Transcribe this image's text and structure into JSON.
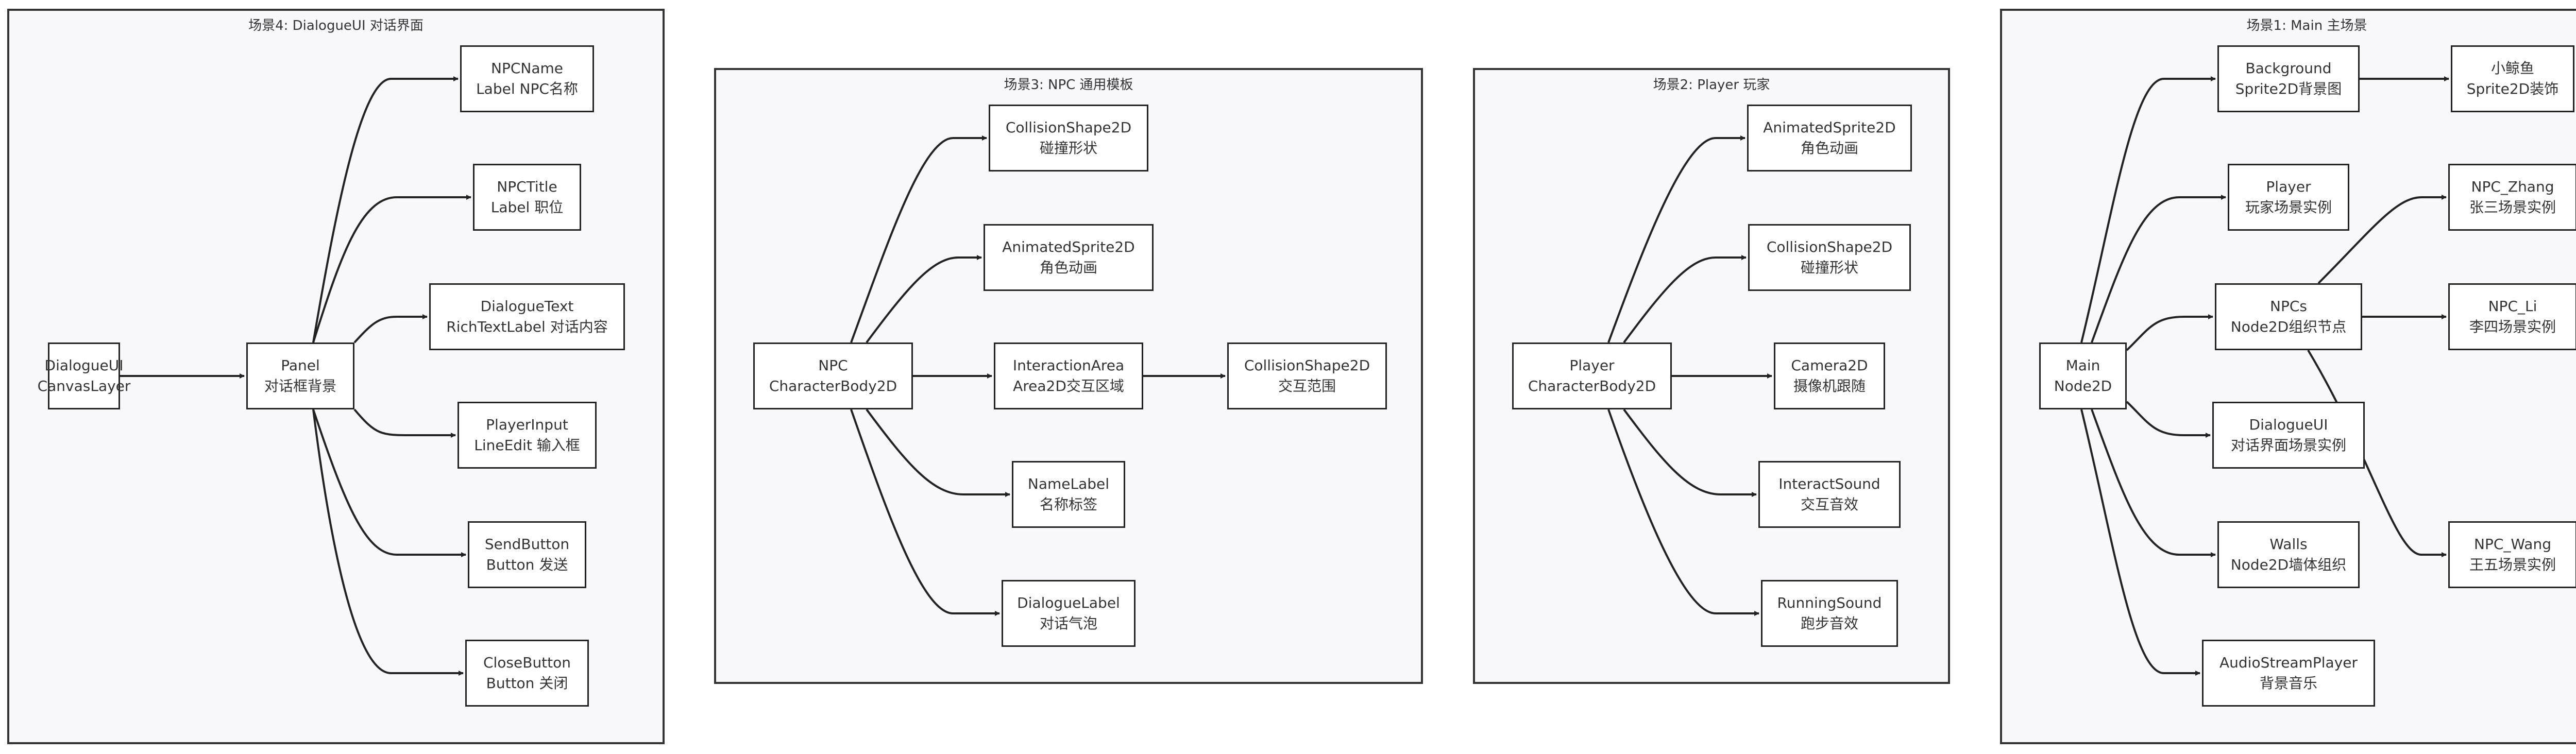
{
  "clusters": {
    "dialogue": {
      "title": "场景4: DialogueUI 对话界面"
    },
    "npc": {
      "title": "场景3: NPC 通用模板"
    },
    "player": {
      "title": "场景2: Player 玩家"
    },
    "main": {
      "title": "场景1: Main 主场景"
    }
  },
  "nodes": {
    "dui_root": {
      "line1": "DialogueUI",
      "line2": "CanvasLayer"
    },
    "dui_panel": {
      "line1": "Panel",
      "line2": "对话框背景"
    },
    "dui_npcname": {
      "line1": "NPCName",
      "line2": "Label NPC名称"
    },
    "dui_npctitle": {
      "line1": "NPCTitle",
      "line2": "Label 职位"
    },
    "dui_dialoguetext": {
      "line1": "DialogueText",
      "line2": "RichTextLabel 对话内容"
    },
    "dui_playerinput": {
      "line1": "PlayerInput",
      "line2": "LineEdit 输入框"
    },
    "dui_sendbutton": {
      "line1": "SendButton",
      "line2": "Button 发送"
    },
    "dui_closebutton": {
      "line1": "CloseButton",
      "line2": "Button 关闭"
    },
    "npc_root": {
      "line1": "NPC",
      "line2": "CharacterBody2D"
    },
    "npc_collision": {
      "line1": "CollisionShape2D",
      "line2": "碰撞形状"
    },
    "npc_sprite": {
      "line1": "AnimatedSprite2D",
      "line2": "角色动画"
    },
    "npc_area": {
      "line1": "InteractionArea",
      "line2": "Area2D交互区域"
    },
    "npc_area_shape": {
      "line1": "CollisionShape2D",
      "line2": "交互范围"
    },
    "npc_namelabel": {
      "line1": "NameLabel",
      "line2": "名称标签"
    },
    "npc_dialoguelabel": {
      "line1": "DialogueLabel",
      "line2": "对话气泡"
    },
    "pl_root": {
      "line1": "Player",
      "line2": "CharacterBody2D"
    },
    "pl_sprite": {
      "line1": "AnimatedSprite2D",
      "line2": "角色动画"
    },
    "pl_collision": {
      "line1": "CollisionShape2D",
      "line2": "碰撞形状"
    },
    "pl_camera": {
      "line1": "Camera2D",
      "line2": "摄像机跟随"
    },
    "pl_interact": {
      "line1": "InteractSound",
      "line2": "交互音效"
    },
    "pl_running": {
      "line1": "RunningSound",
      "line2": "跑步音效"
    },
    "m_root": {
      "line1": "Main",
      "line2": "Node2D"
    },
    "m_background": {
      "line1": "Background",
      "line2": "Sprite2D背景图"
    },
    "m_whale": {
      "line1": "小鲸鱼",
      "line2": "Sprite2D装饰"
    },
    "m_player": {
      "line1": "Player",
      "line2": "玩家场景实例"
    },
    "m_npcs": {
      "line1": "NPCs",
      "line2": "Node2D组织节点"
    },
    "m_npczhang": {
      "line1": "NPC_Zhang",
      "line2": "张三场景实例"
    },
    "m_npcli": {
      "line1": "NPC_Li",
      "line2": "李四场景实例"
    },
    "m_dialogueui": {
      "line1": "DialogueUI",
      "line2": "对话界面场景实例"
    },
    "m_npcwang": {
      "line1": "NPC_Wang",
      "line2": "王五场景实例"
    },
    "m_walls": {
      "line1": "Walls",
      "line2": "Node2D墙体组织"
    },
    "m_audio": {
      "line1": "AudioStreamPlayer",
      "line2": "背景音乐"
    }
  },
  "colors": {
    "cluster_fill": "#f8f8fa",
    "stroke": "#222222",
    "text": "#333333"
  }
}
